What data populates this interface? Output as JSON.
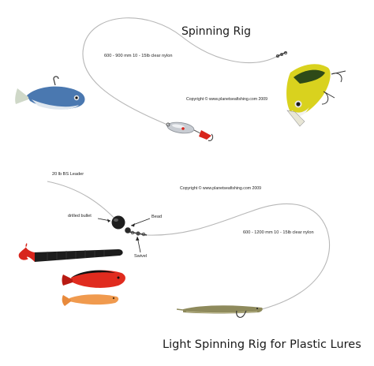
{
  "titles": {
    "top": "Spinning Rig",
    "bottom": "Light Spinning Rig for Plastic Lures"
  },
  "labels": {
    "top_line": "600 - 900 mm 10 - 15lb clear nylon",
    "top_copyright": "Copyright © www.planetseafishing.com 2009",
    "leader": "20 lb BS Leader",
    "bottom_copyright": "Copyright © www.planetseafishing.com 2009",
    "drilled_bullet": "drilled bullet",
    "bead": "Bead",
    "swivel": "Swivel",
    "bottom_line": "600 - 1200 mm 10 - 15lb clear nylon"
  },
  "colors": {
    "line": "#b7b7b7",
    "shad_blue": "#4a78b0",
    "minnow_yellow": "#d9d21e",
    "spoon_silver": "#c8ccd2",
    "worm_red": "#d8251c",
    "worm_black": "#1c1c1c",
    "shad_red": "#e02b1e",
    "shad_orange": "#f09a4e",
    "eel_olive": "#8e8a5c"
  }
}
